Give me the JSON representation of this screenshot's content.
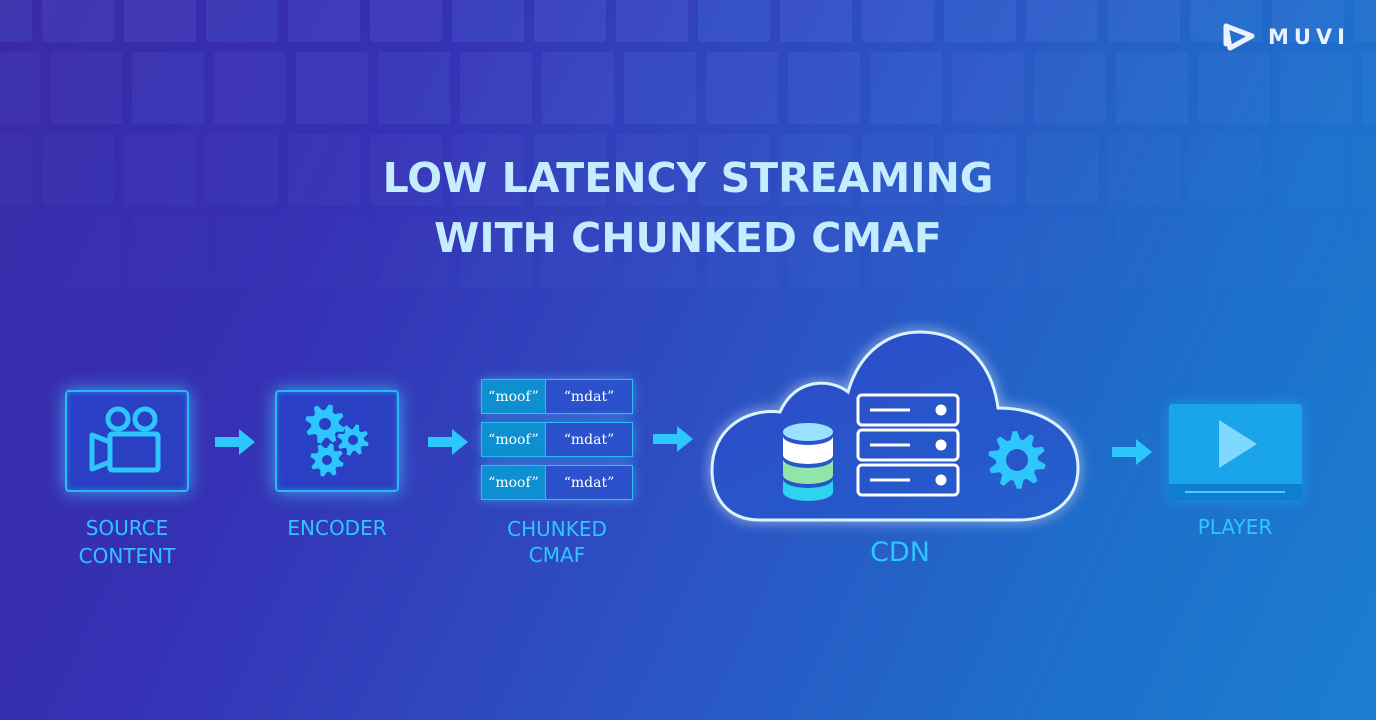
{
  "brand": {
    "name": "MUVI"
  },
  "title": {
    "line1": "LOW LATENCY STREAMING",
    "line2": "WITH CHUNKED CMAF"
  },
  "steps": {
    "source": {
      "line1": "SOURCE",
      "line2": "CONTENT",
      "icon": "video-camera-icon"
    },
    "encoder": {
      "label": "ENCODER",
      "icon": "gears-icon"
    },
    "chunked": {
      "line1": "CHUNKED",
      "line2": "CMAF",
      "rows": [
        {
          "moof": "“moof”",
          "mdat": "“mdat”"
        },
        {
          "moof": "“moof”",
          "mdat": "“mdat”"
        },
        {
          "moof": "“moof”",
          "mdat": "“mdat”"
        }
      ]
    },
    "cdn": {
      "label": "CDN",
      "icons": [
        "database-icon",
        "server-rack-icon",
        "gear-icon"
      ]
    },
    "player": {
      "label": "PLAYER",
      "icon": "play-icon"
    }
  },
  "colors": {
    "accent": "#2ec6ff",
    "title": "#c6ecff",
    "glow": "#46c8ff"
  }
}
